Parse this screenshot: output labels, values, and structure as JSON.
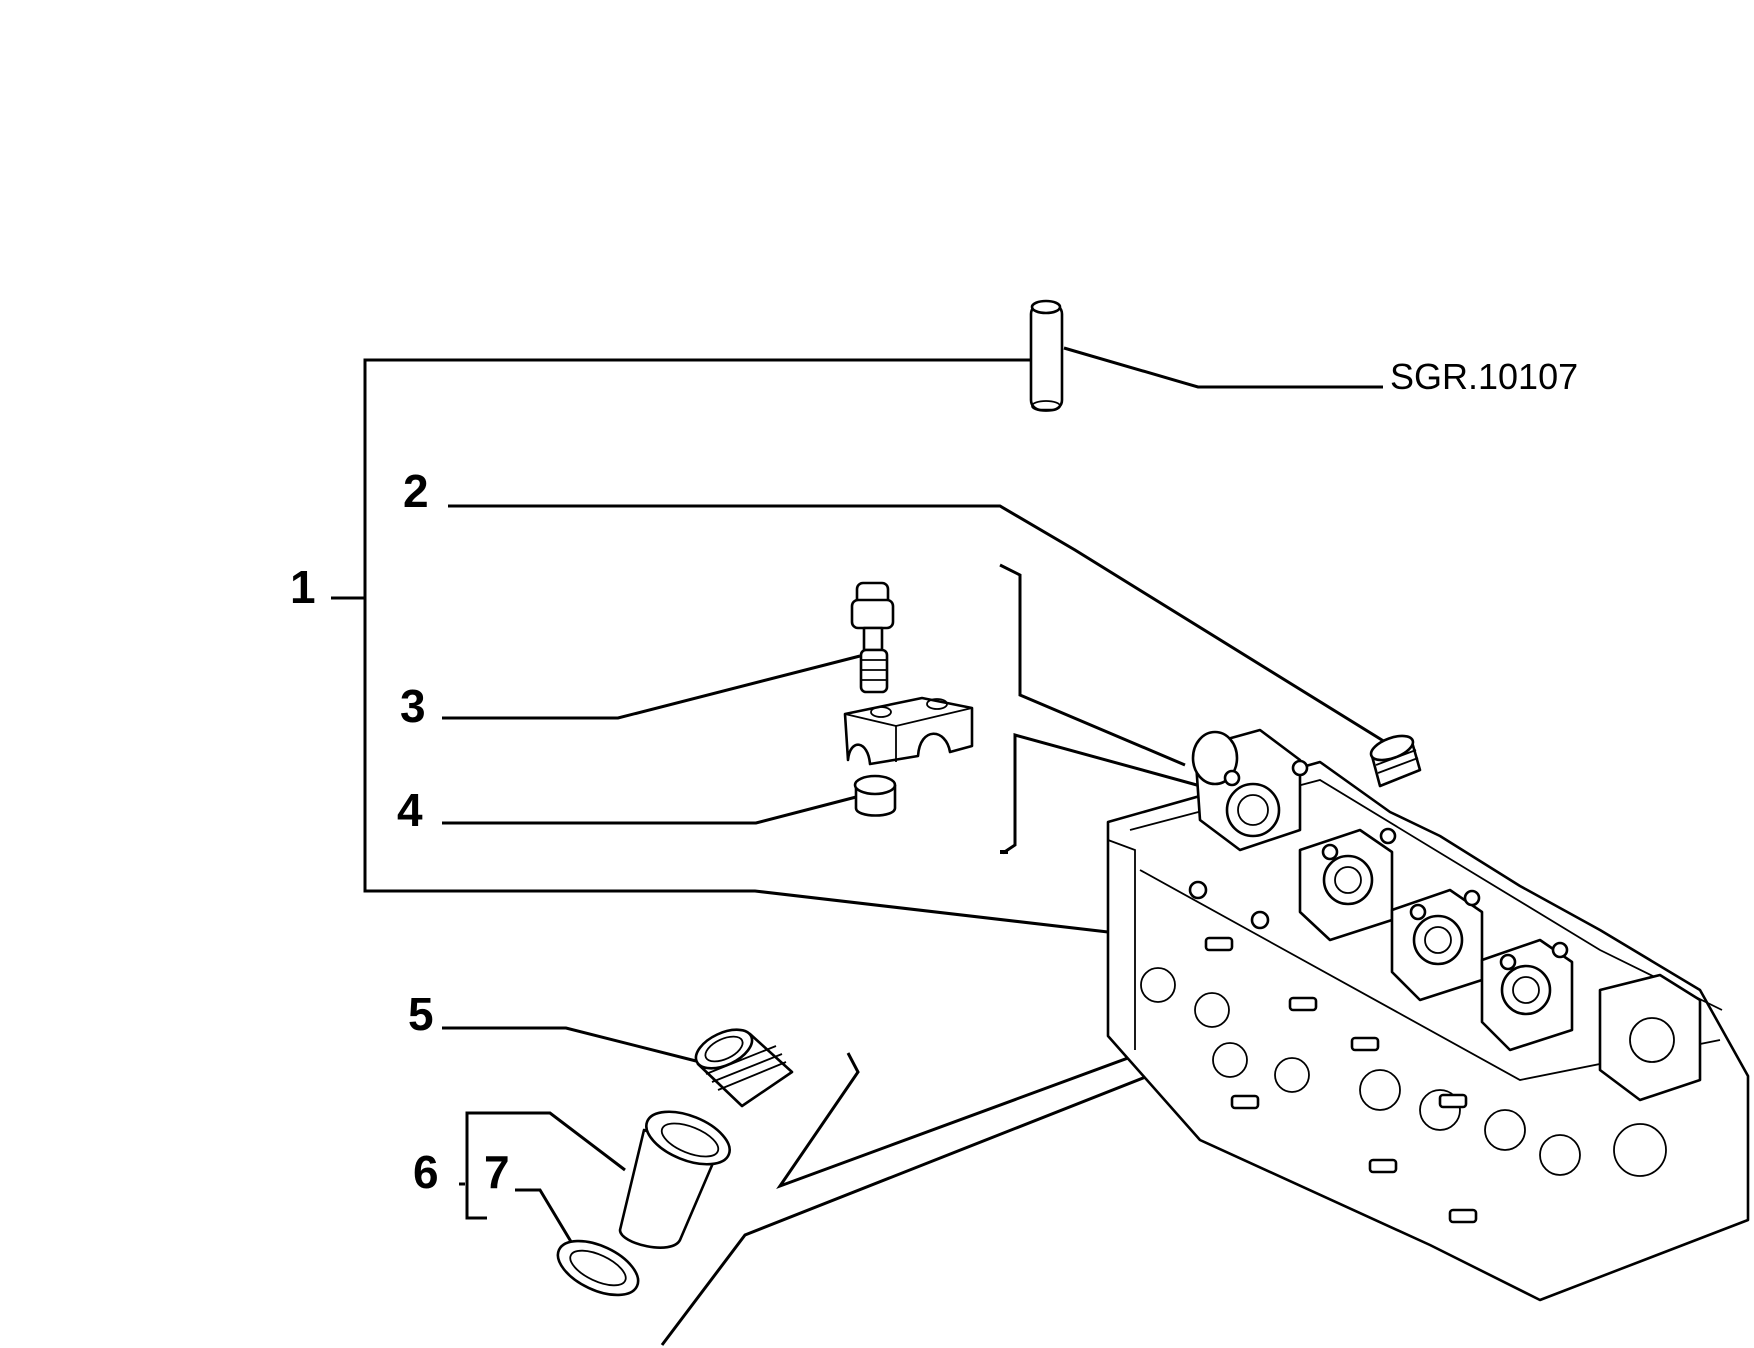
{
  "diagram": {
    "reference_label": "SGR.10107",
    "callouts": [
      {
        "id": "1",
        "label": "1"
      },
      {
        "id": "2",
        "label": "2"
      },
      {
        "id": "3",
        "label": "3"
      },
      {
        "id": "4",
        "label": "4"
      },
      {
        "id": "5",
        "label": "5"
      },
      {
        "id": "6",
        "label": "6"
      },
      {
        "id": "7",
        "label": "7"
      }
    ]
  }
}
